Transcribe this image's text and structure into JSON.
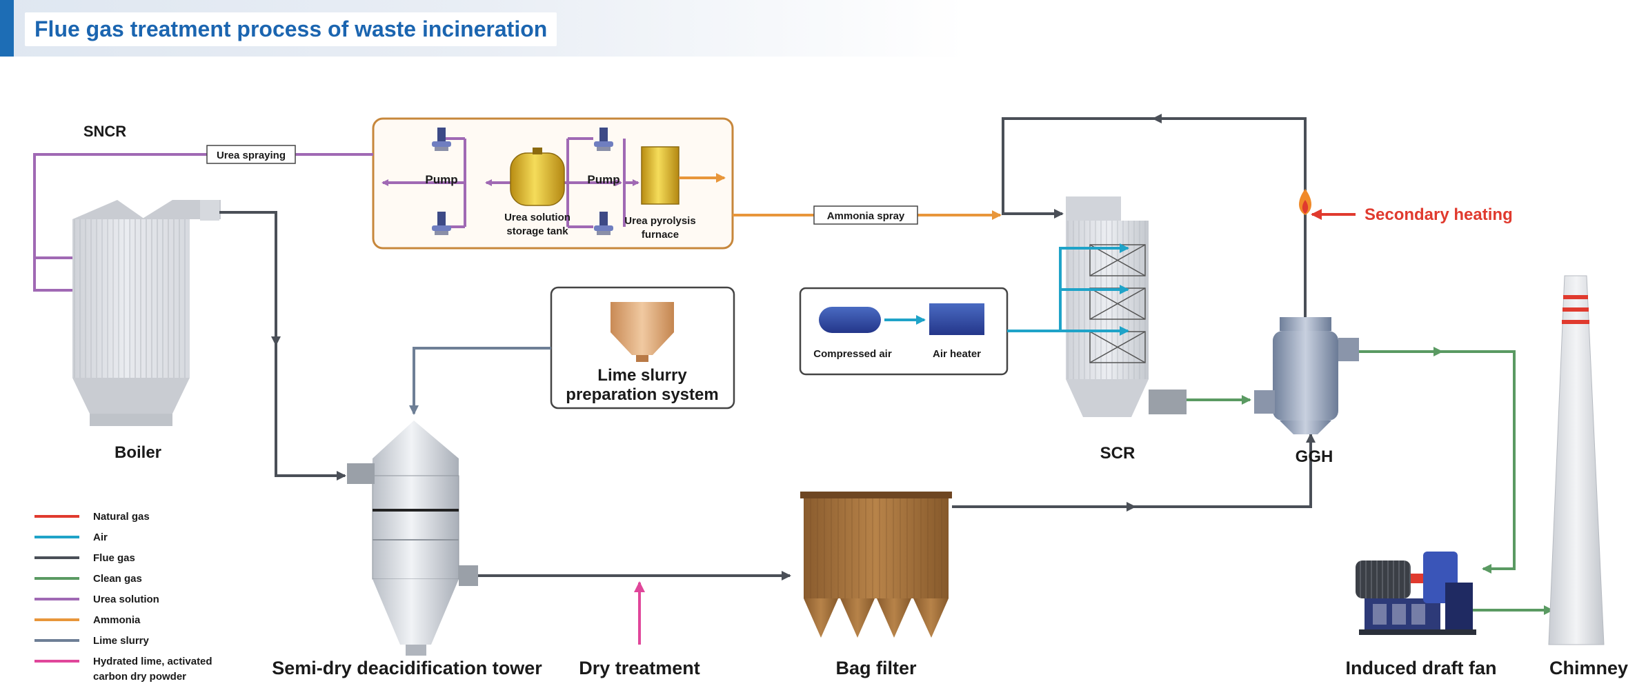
{
  "header": {
    "title": "Flue gas treatment process of waste incineration"
  },
  "labels": {
    "sncr": "SNCR",
    "urea_spraying": "Urea spraying",
    "pump_left": "Pump",
    "pump_right": "Pump",
    "urea_tank_line1": "Urea solution",
    "urea_tank_line2": "storage tank",
    "pyrolysis_line1": "Urea pyrolysis",
    "pyrolysis_line2": "furnace",
    "ammonia_spray": "Ammonia spray",
    "secondary_heating": "Secondary heating",
    "compressed_air": "Compressed air",
    "air_heater": "Air heater",
    "lime_line1": "Lime slurry",
    "lime_line2": "preparation system",
    "boiler": "Boiler",
    "scr": "SCR",
    "ggh": "GGH",
    "tower": "Semi-dry deacidification tower",
    "dry_treatment": "Dry treatment",
    "bag_filter": "Bag filter",
    "fan": "Induced draft fan",
    "chimney": "Chimney"
  },
  "legend": [
    {
      "label": "Natural gas",
      "color": "#e03a2e"
    },
    {
      "label": "Air",
      "color": "#1fa3c8"
    },
    {
      "label": "Flue gas",
      "color": "#4a4f57"
    },
    {
      "label": "Clean gas",
      "color": "#5a9a62"
    },
    {
      "label": "Urea solution",
      "color": "#a069b4"
    },
    {
      "label": "Ammonia",
      "color": "#e8963a"
    },
    {
      "label": "Lime slurry",
      "color": "#6e7f96"
    },
    {
      "label": "Hydrated lime, activated",
      "label2": "carbon dry powder",
      "color": "#e0469a"
    }
  ]
}
